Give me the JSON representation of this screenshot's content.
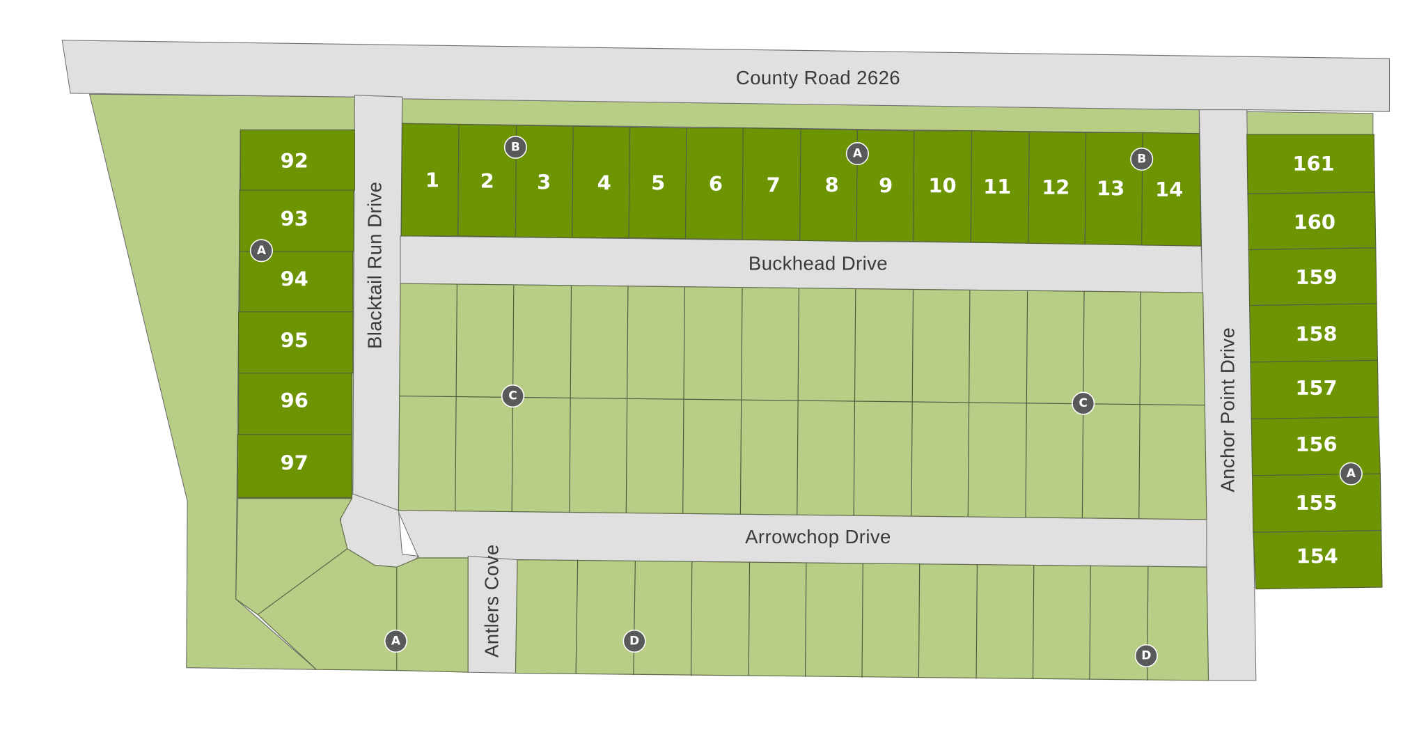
{
  "colors": {
    "road": "#e0e0e0",
    "available_lot": "#b8cd85",
    "sold_lot": "#6d9403",
    "marker": "#58595b",
    "lot_label": "#ffffff"
  },
  "roads": {
    "county_road": "County Road 2626",
    "blacktail": "Blacktail Run Drive",
    "buckhead": "Buckhead Drive",
    "arrowchop": "Arrowchop Drive",
    "anchor_point": "Anchor Point Drive",
    "antlers_cove": "Antlers Cove"
  },
  "lots": {
    "top_row": [
      "1",
      "2",
      "3",
      "4",
      "5",
      "6",
      "7",
      "8",
      "9",
      "10",
      "11",
      "12",
      "13",
      "14"
    ],
    "left_column": [
      "92",
      "93",
      "94",
      "95",
      "96",
      "97"
    ],
    "right_column": [
      "161",
      "160",
      "159",
      "158",
      "157",
      "156",
      "155",
      "154"
    ]
  },
  "markers": {
    "top_b1": "B",
    "top_a": "A",
    "top_b2": "B",
    "left_a": "A",
    "mid_c1": "C",
    "mid_c2": "C",
    "right_a": "A",
    "bottom_a": "A",
    "bottom_d1": "D",
    "bottom_d2": "D"
  }
}
